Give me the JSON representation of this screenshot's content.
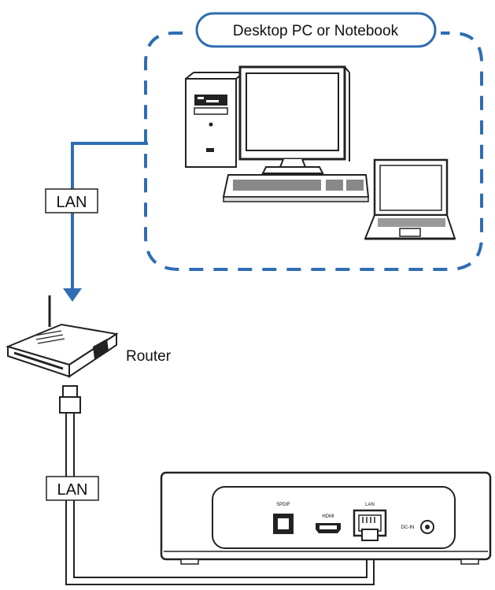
{
  "group_label": "Desktop PC or Notebook",
  "link_top_label": "LAN",
  "link_bottom_label": "LAN",
  "router_label": "Router",
  "ports": {
    "spdif": "SPDIF",
    "hdmi": "HDMI",
    "lan": "LAN",
    "dc": "DC-IN"
  },
  "colors": {
    "accent": "#2f6db3",
    "line": "#222222"
  }
}
